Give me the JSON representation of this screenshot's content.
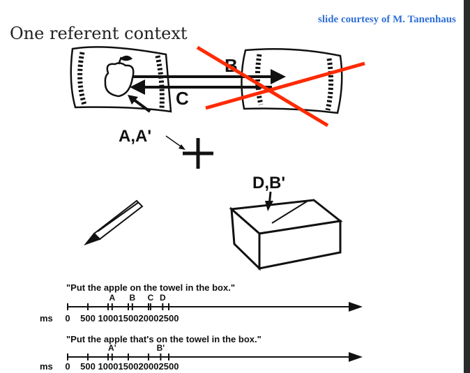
{
  "slide": {
    "credit": "slide courtesy of M. Tanenhaus",
    "title": "One referent context"
  },
  "scene": {
    "labels": {
      "b": "B",
      "c": "C",
      "a": "A,A'",
      "d": "D,B'"
    },
    "cross_color": "#ff2a00"
  },
  "timelines": [
    {
      "sentence": "\"Put the apple on the towel in the box.\"",
      "unit": "ms",
      "ticks": [
        "0",
        "500",
        "1000",
        "1500",
        "2000",
        "2500"
      ],
      "events": [
        {
          "label": "A",
          "ms": 1100
        },
        {
          "label": "B",
          "ms": 1600
        },
        {
          "label": "C",
          "ms": 2050
        },
        {
          "label": "D",
          "ms": 2350
        }
      ]
    },
    {
      "sentence": "\"Put the apple that's on the towel in the box.\"",
      "unit": "ms",
      "ticks": [
        "0",
        "500",
        "1000",
        "1500",
        "2000",
        "2500"
      ],
      "events": [
        {
          "label": "A'",
          "ms": 1100
        },
        {
          "label": "B'",
          "ms": 2300
        }
      ]
    }
  ]
}
